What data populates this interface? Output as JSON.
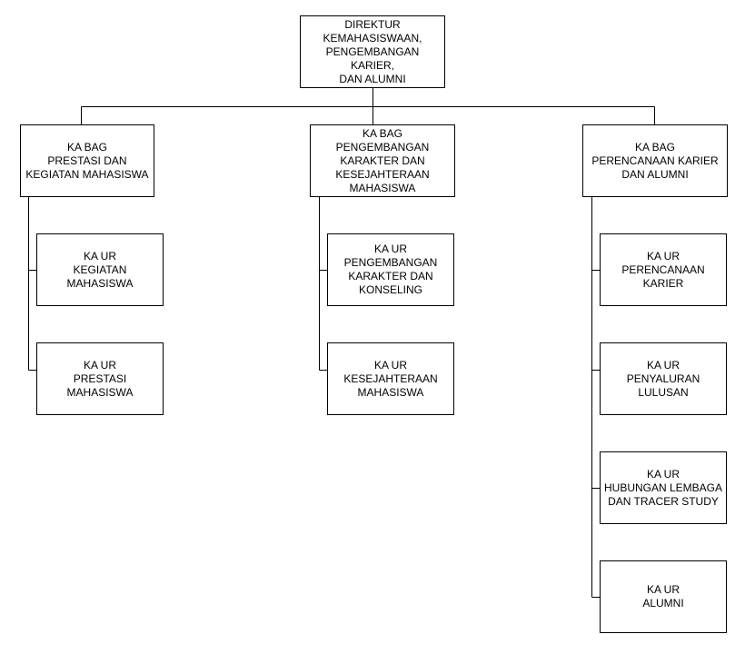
{
  "diagram": {
    "type": "org-chart",
    "background_color": "#ffffff",
    "node_fill_color": "#ffffff",
    "node_border_color": "#000000",
    "text_color": "#000000",
    "root": {
      "id": "direktur",
      "label": "DIREKTUR\nKEMAHASISWAAN,\nPENGEMBANGAN KARIER,\nDAN ALUMNI"
    },
    "branches": [
      {
        "head": {
          "id": "kabag-prestasi-dan-kegiatan-mahasiswa",
          "label": "KA BAG\nPRESTASI DAN\nKEGIATAN MAHASISWA"
        },
        "children": [
          {
            "id": "kaur-kegiatan-mahasiswa",
            "label": "KA UR\nKEGIATAN MAHASISWA"
          },
          {
            "id": "kaur-prestasi-mahasiswa",
            "label": "KA UR\nPRESTASI MAHASISWA"
          }
        ]
      },
      {
        "head": {
          "id": "kabag-pengembangan-karakter-dan-kesejahteraan-mahasiswa",
          "label": "KA BAG\nPENGEMBANGAN\nKARAKTER DAN\nKESEJAHTERAAN\nMAHASISWA"
        },
        "children": [
          {
            "id": "kaur-pengembangan-karakter-dan-konseling",
            "label": "KA UR\nPENGEMBANGAN\nKARAKTER DAN\nKONSELING"
          },
          {
            "id": "kaur-kesejahteraan-mahasiswa",
            "label": "KA UR\nKESEJAHTERAAN\nMAHASISWA"
          }
        ]
      },
      {
        "head": {
          "id": "kabag-perencanaan-karier-dan-alumni",
          "label": "KA BAG\nPERENCANAAN KARIER\nDAN ALUMNI"
        },
        "children": [
          {
            "id": "kaur-perencanaan-karier",
            "label": "KA UR\nPERENCANAAN\nKARIER"
          },
          {
            "id": "kaur-penyaluran-lulusan",
            "label": "KA UR\nPENYALURAN\nLULUSAN"
          },
          {
            "id": "kaur-hubungan-lembaga-dan-tracer-study",
            "label": "KA UR\nHUBUNGAN LEMBAGA\nDAN TRACER STUDY"
          },
          {
            "id": "kaur-alumni",
            "label": "KA UR\nALUMNI"
          }
        ]
      }
    ]
  }
}
